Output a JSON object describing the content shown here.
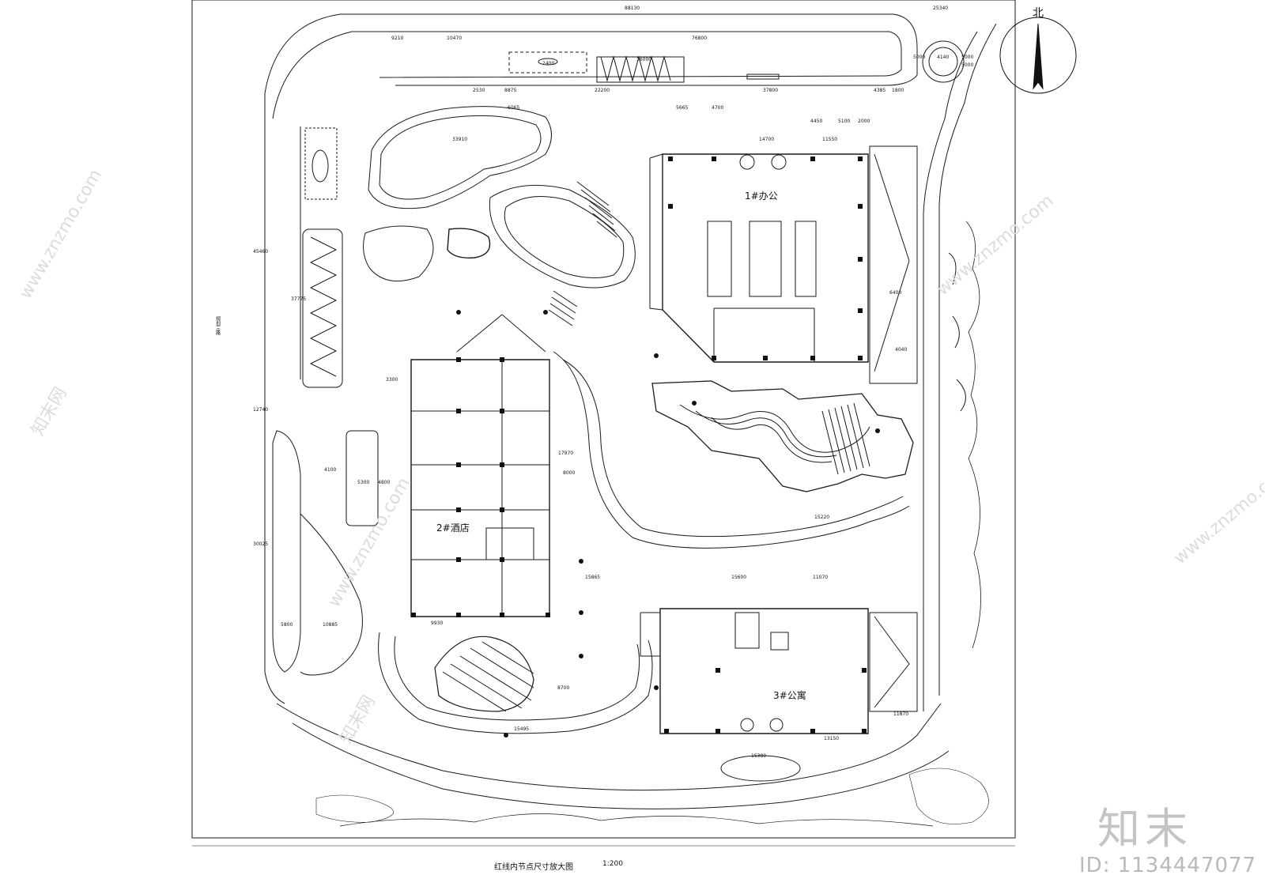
{
  "drawing": {
    "caption": "红线内节点尺寸放大图",
    "scale": "1:200",
    "north_label": "北",
    "road_label": "规划三路",
    "buildings": [
      {
        "id": "b1",
        "label": "1#办公"
      },
      {
        "id": "b2",
        "label": "2#酒店"
      },
      {
        "id": "b3",
        "label": "3#公寓"
      }
    ],
    "dimensions_top": [
      "88130",
      "25340",
      "9210",
      "10470",
      "5000",
      "76800",
      "5000",
      "4140",
      "5000",
      "2530",
      "8875",
      "22200",
      "37800",
      "4385",
      "1800",
      "2400",
      "16000"
    ],
    "dimensions_misc": [
      "33910",
      "14700",
      "11550",
      "6065",
      "5665",
      "4700",
      "4450",
      "5100",
      "2000",
      "15220",
      "15865",
      "8000",
      "17970",
      "15600",
      "11070",
      "13150",
      "15380",
      "11870",
      "9930",
      "8700",
      "15495",
      "30025",
      "37775",
      "12740",
      "45460",
      "10885",
      "5800",
      "4100",
      "5300",
      "4800",
      "6400",
      "4040",
      "3300"
    ]
  },
  "watermark": {
    "site": "www.znzmo.com",
    "brand": "知末网",
    "logo": "知末",
    "id_text": "ID: 1134447077"
  }
}
